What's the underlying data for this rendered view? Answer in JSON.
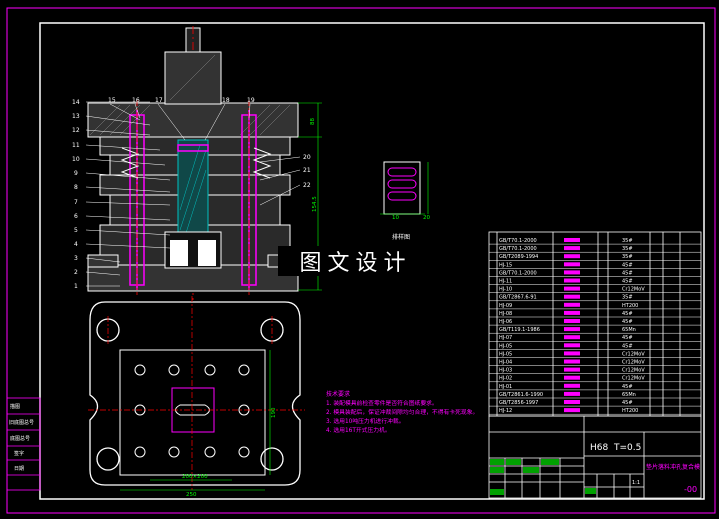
{
  "drawing": {
    "watermark": "图文设计",
    "tech_title": "技术要求",
    "tech_notes": [
      "1. 装配模具前检查零件是否符合图纸要求。",
      "2. 模具装配后，保证冲裁间隙均匀合理，不得有卡死现象。",
      "3. 选用10吨压力机进行冲裁。",
      "4. 选用16T开式压力机。"
    ],
    "left_numbers": [
      "14",
      "13",
      "12",
      "11",
      "10",
      "9",
      "8",
      "7",
      "6",
      "5",
      "4",
      "3",
      "2",
      "1"
    ],
    "top_numbers": [
      "15",
      "16",
      "17",
      "18",
      "19"
    ],
    "right_numbers": [
      "20",
      "21",
      "22"
    ],
    "dims": {
      "top_right": "88",
      "right_vertical": "154.5",
      "plan_height": "190",
      "plan_inner": "200×200",
      "plan_width": "250",
      "small_left": "10",
      "small_right": "20",
      "small_label": "排样图"
    },
    "bom_rows": [
      {
        "code": "GB/T70.1-2000",
        "mat": "35#"
      },
      {
        "code": "GB/T70.1-2000",
        "mat": "35#"
      },
      {
        "code": "GB/T2089-1994",
        "mat": "35#"
      },
      {
        "code": "HJ-15",
        "mat": "45#"
      },
      {
        "code": "GB/T70.1-2000",
        "mat": "45#"
      },
      {
        "code": "HJ-11",
        "mat": "45#"
      },
      {
        "code": "HJ-10",
        "mat": "Cr12MoV"
      },
      {
        "code": "GB/T2867.6-91",
        "mat": "35#"
      },
      {
        "code": "HJ-09",
        "mat": "HT200"
      },
      {
        "code": "HJ-08",
        "mat": "45#"
      },
      {
        "code": "HJ-06",
        "mat": "45#"
      },
      {
        "code": "GB/T119.1-1986",
        "mat": "65Mn"
      },
      {
        "code": "HJ-07",
        "mat": "45#"
      },
      {
        "code": "HJ-05",
        "mat": "45#"
      },
      {
        "code": "HJ-05",
        "mat": "Cr12MoV"
      },
      {
        "code": "HJ-04",
        "mat": "Cr12MoV"
      },
      {
        "code": "HJ-03",
        "mat": "Cr12MoV"
      },
      {
        "code": "HJ-02",
        "mat": "Cr12MoV"
      },
      {
        "code": "HJ-01",
        "mat": "45#"
      },
      {
        "code": "GB/T2861.6-1990",
        "mat": "65Mn"
      },
      {
        "code": "GB/T2856-1997",
        "mat": "45#"
      },
      {
        "code": "HJ-12",
        "mat": "HT200"
      }
    ],
    "title_block": {
      "material": "H68",
      "thickness": "T=0.5",
      "scale": "1:1",
      "part_name": "垫片落料冲孔复合模",
      "drawing_no": "-00"
    },
    "left_stamps": [
      "描图",
      "旧底图总号",
      "底图总号",
      "签字",
      "日期"
    ]
  },
  "colors": {
    "border": "#ffffff",
    "part": "#ff00ff",
    "section": "#ff0000",
    "outline": "#ffffff",
    "hatch": "#00c0c0",
    "text": "#ffffff",
    "leader": "#ffffff",
    "dim": "#00ff00"
  }
}
